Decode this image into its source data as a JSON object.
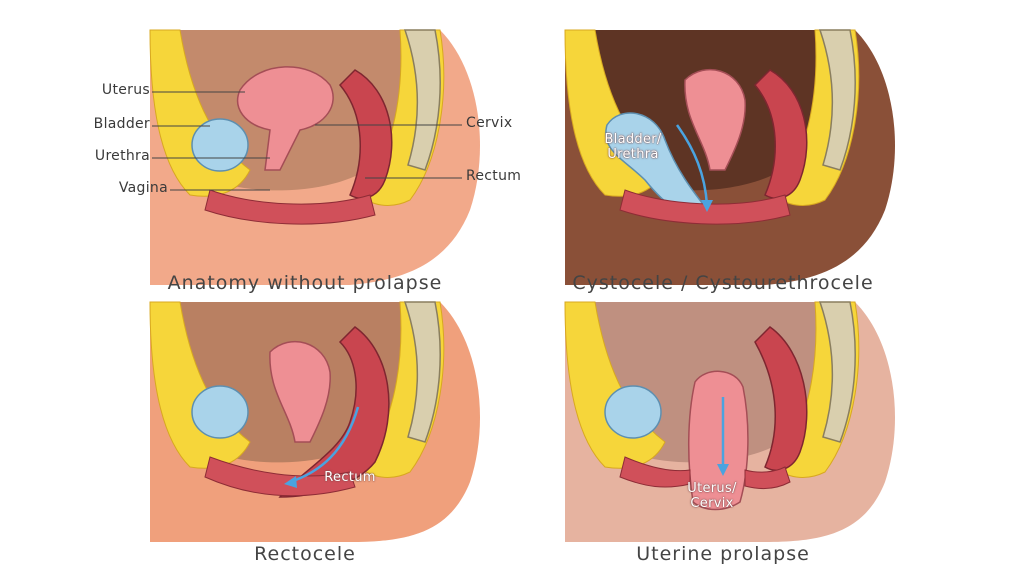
{
  "panels": [
    {
      "caption": "Anatomy without prolapse",
      "skin": "#f2a98a",
      "labels_left": [
        "Uterus",
        "Bladder",
        "Urethra",
        "Vagina"
      ],
      "labels_right": [
        "Cervix",
        "Rectum"
      ]
    },
    {
      "caption": "Cystocele / Cystourethrocele",
      "skin": "#8a5038",
      "inner_label_lines": [
        "Bladder/",
        "Urethra"
      ]
    },
    {
      "caption": "Rectocele",
      "skin": "#f0a07c",
      "inner_label_lines": [
        "Rectum"
      ]
    },
    {
      "caption": "Uterine prolapse",
      "skin": "#e6b3a0",
      "inner_label_lines": [
        "Uterus/",
        "Cervix"
      ]
    }
  ],
  "colors": {
    "fat": "#f6d63a",
    "bladder": "#a9d3ea",
    "uterus": "#ee8f94",
    "rectum": "#c9454f",
    "spine": "#d9cfae",
    "arrow": "#4aa3e0"
  }
}
